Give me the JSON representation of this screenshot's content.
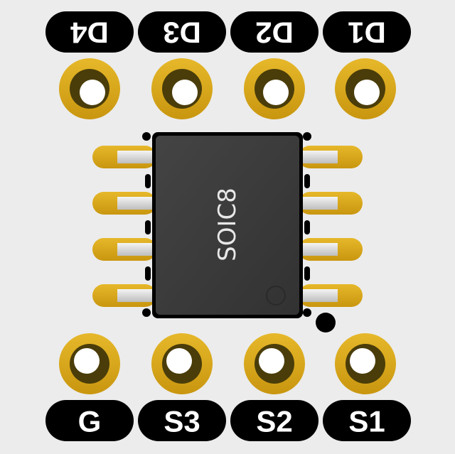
{
  "board": {
    "colors": {
      "board": "#ececec",
      "gold": "#d4a21a",
      "gold_dark": "#a87c0c",
      "hole_ring": "#4a3d0a",
      "chip": "#3a3a3a",
      "chip_edge": "#000000",
      "label_bg": "#000000",
      "label_text": "#ffffff",
      "lead": "#d8d8d8"
    },
    "chip_label": "SOIC8",
    "top_labels": [
      "D4",
      "D3",
      "D2",
      "D1"
    ],
    "bottom_labels": [
      "G",
      "S3",
      "S2",
      "S1"
    ]
  }
}
